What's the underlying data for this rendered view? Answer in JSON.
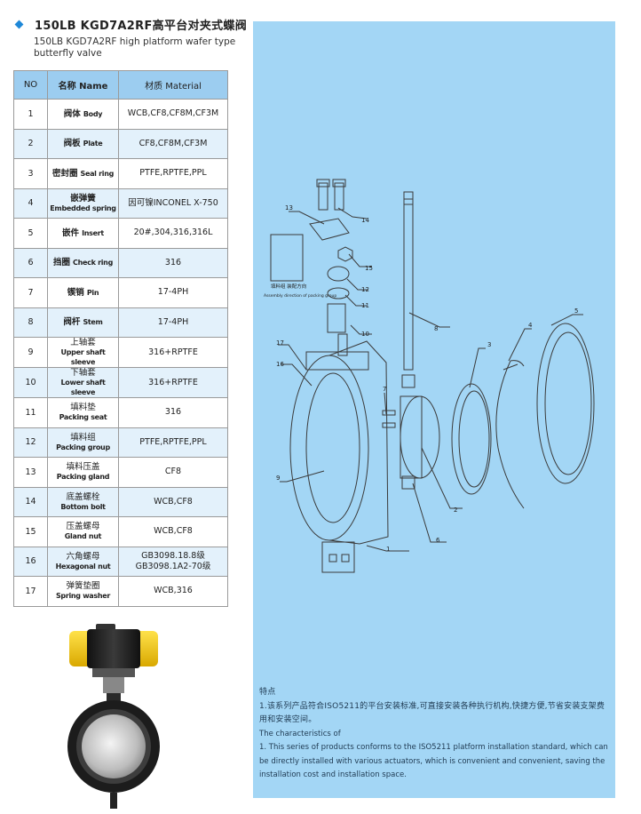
{
  "title": {
    "cn": "150LB KGD7A2RF高平台对夹式蝶阀",
    "en": "150LB KGD7A2RF high platform wafer type butterfly valve"
  },
  "table": {
    "headers": {
      "no": "NO",
      "name_cn": "名称",
      "name_en": "Name",
      "material": "材质 Material"
    },
    "rows": [
      {
        "no": "1",
        "cn": "阀体",
        "en": "Body",
        "material": "WCB,CF8,CF8M,CF3M"
      },
      {
        "no": "2",
        "cn": "阀板",
        "en": "Plate",
        "material": "CF8,CF8M,CF3M"
      },
      {
        "no": "3",
        "cn": "密封圈",
        "en": "Seal ring",
        "material": "PTFE,RPTFE,PPL"
      },
      {
        "no": "4",
        "cn": "嵌弹簧",
        "en": "Embedded spring",
        "material": "因可镍INCONEL X-750"
      },
      {
        "no": "5",
        "cn": "嵌件",
        "en": "Insert",
        "material": "20#,304,316,316L"
      },
      {
        "no": "6",
        "cn": "挡圈",
        "en": "Check ring",
        "material": "316"
      },
      {
        "no": "7",
        "cn": "锲销",
        "en": "Pin",
        "material": "17-4PH"
      },
      {
        "no": "8",
        "cn": "阀杆",
        "en": "Stem",
        "material": "17-4PH"
      },
      {
        "no": "9",
        "cn": "上轴套",
        "en": "Upper shaft sleeve",
        "material": "316+RPTFE"
      },
      {
        "no": "10",
        "cn": "下轴套",
        "en": "Lower shaft sleeve",
        "material": "316+RPTFE"
      },
      {
        "no": "11",
        "cn": "填料垫",
        "en": "Packing seat",
        "material": "316"
      },
      {
        "no": "12",
        "cn": "填料组",
        "en": "Packing group",
        "material": "PTFE,RPTFE,PPL"
      },
      {
        "no": "13",
        "cn": "填料压盖",
        "en": "Packing gland",
        "material": "CF8"
      },
      {
        "no": "14",
        "cn": "底盖螺栓",
        "en": "Bottom bolt",
        "material": "WCB,CF8"
      },
      {
        "no": "15",
        "cn": "压盖螺母",
        "en": "Gland nut",
        "material": "WCB,CF8"
      },
      {
        "no": "16",
        "cn": "六角螺母",
        "en": "Hexagonal nut",
        "material": "GB3098.18.8级 GB3098.1A2-70级"
      },
      {
        "no": "17",
        "cn": "弹簧垫圈",
        "en": "Spring washer",
        "material": "WCB,316"
      }
    ]
  },
  "diagram": {
    "callouts": [
      "1",
      "2",
      "3",
      "4",
      "5",
      "6",
      "7",
      "8",
      "9",
      "10",
      "11",
      "12",
      "13",
      "14",
      "15",
      "16",
      "17"
    ],
    "inset_cn": "填料组 装配方向",
    "inset_en": "Assembly direction of packing group"
  },
  "features": {
    "heading_cn": "特点",
    "text_cn": "1.该系列产品符合ISO5211的平台安装标准,可直接安装各种执行机构,快捷方便,节省安装支架费用和安装空间。",
    "heading_en": "The characteristics of",
    "text_en": "1. This series of products conforms to the ISO5211 platform installation standard, which can be directly installed with various actuators, which is convenient and convenient, saving the installation cost and installation space."
  },
  "colors": {
    "accent": "#1e88d8",
    "table_header": "#9ccdf0",
    "row_alt": "#e3f1fb",
    "panel": "#a3d6f5",
    "actuator_yellow": "#f1c500"
  }
}
